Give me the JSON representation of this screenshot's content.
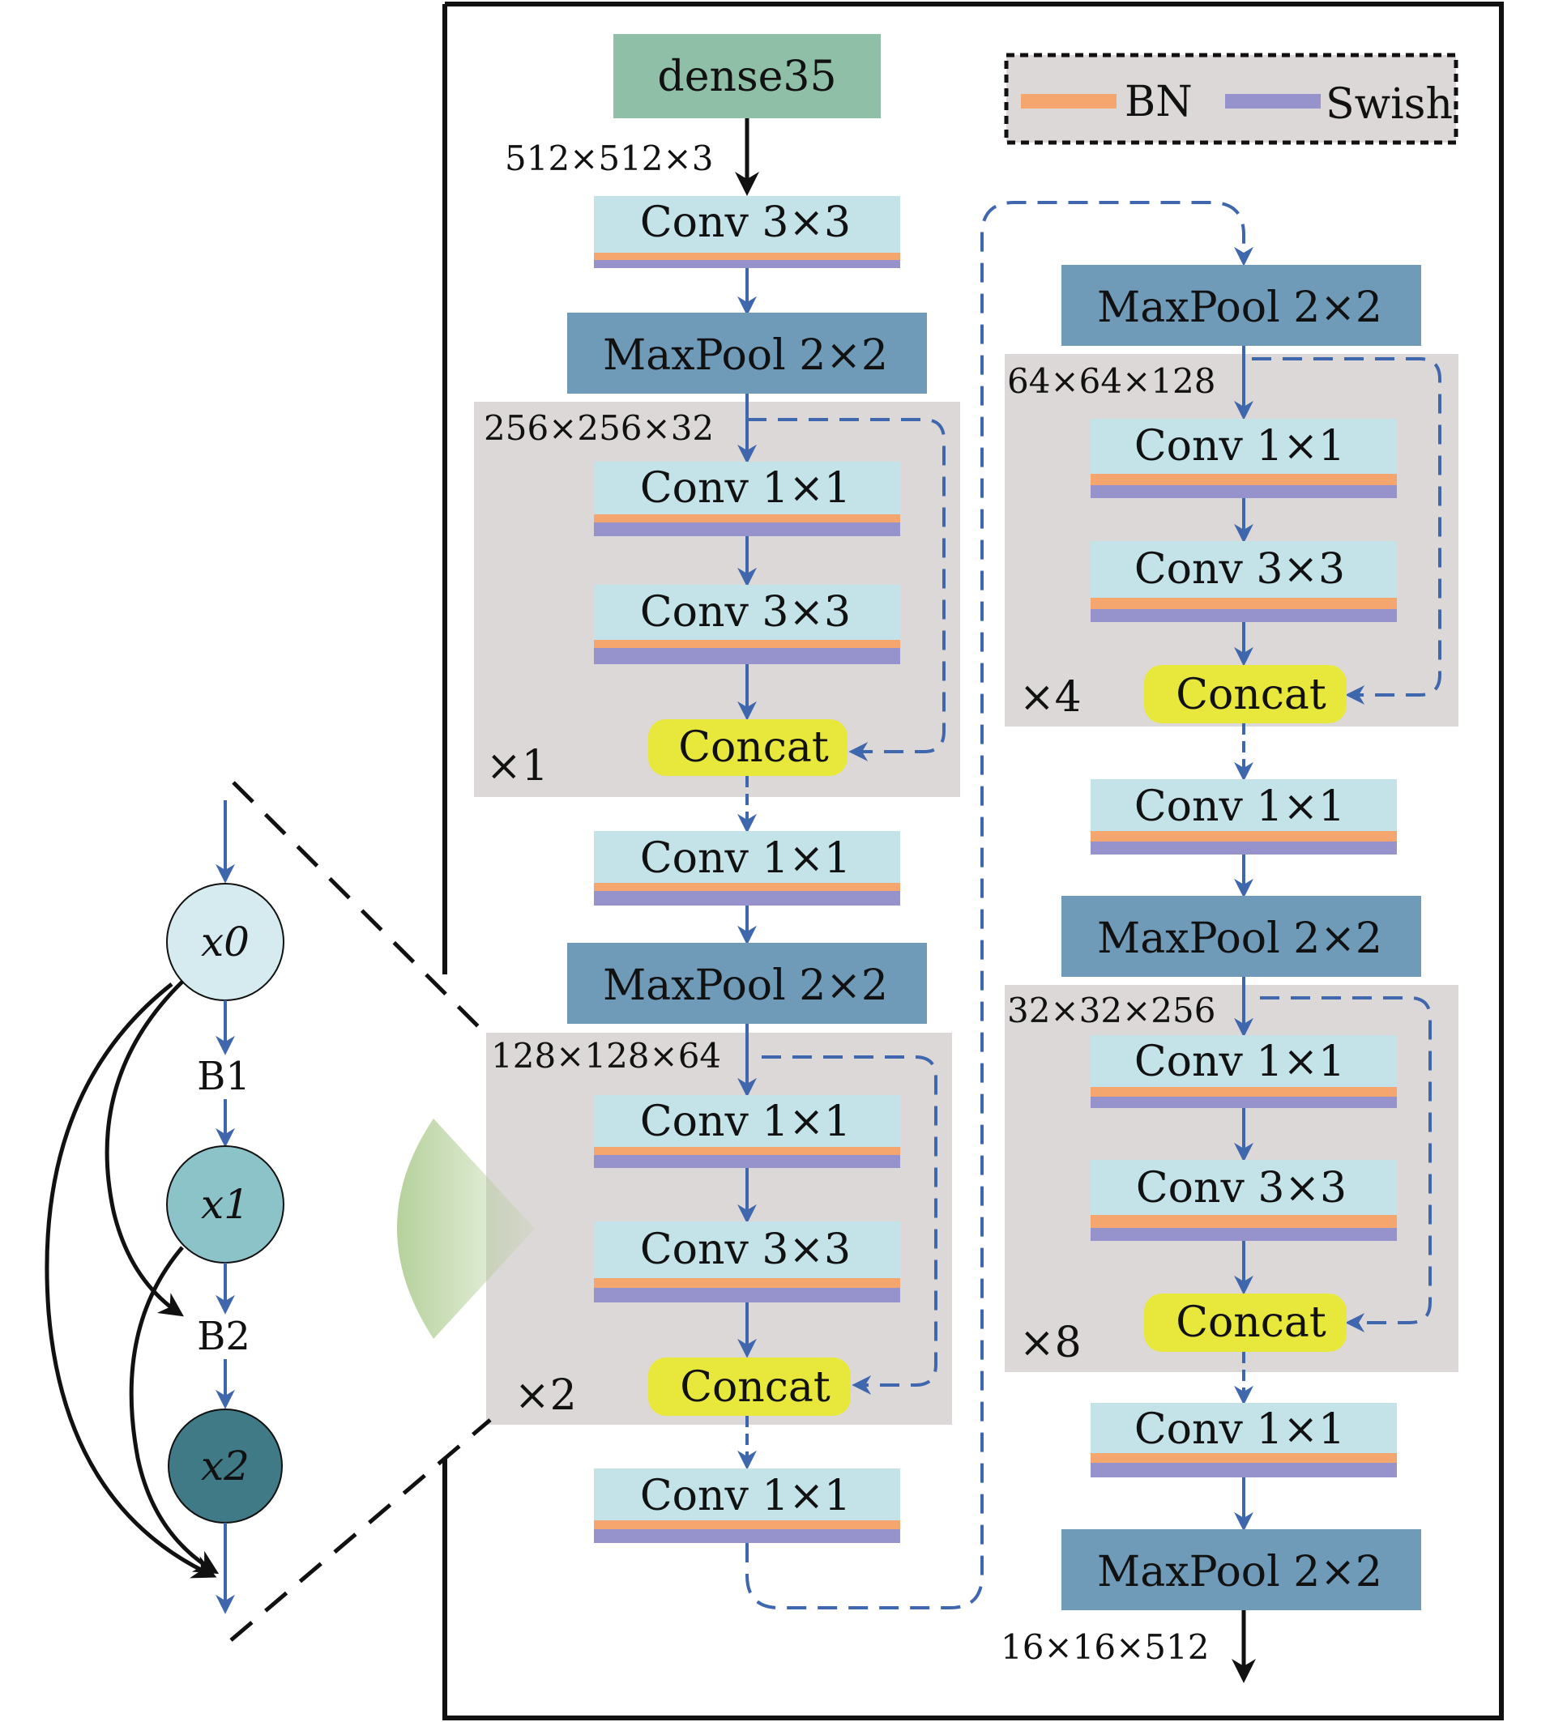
{
  "colors": {
    "dense": "#8fbfa6",
    "conv": "#c4e3e8",
    "bn": "#f5a56e",
    "swish": "#9592cc",
    "maxpool": "#6f9ab8",
    "concat": "#e8e83c",
    "block_bg": "#ddd8d8",
    "arrow_blue": "#3f67ad",
    "x0": "#d6ebef",
    "x1": "#8cc3c9",
    "x2": "#3f7a86"
  },
  "legend": {
    "bn": "BN",
    "swish": "Swish"
  },
  "left_column": {
    "input": "dense35",
    "input_dim": "512×512×3",
    "conv_first": "Conv 3×3",
    "maxpool_1": "MaxPool 2×2",
    "block1": {
      "dim": "256×256×32",
      "conv_a": "Conv 1×1",
      "conv_b": "Conv 3×3",
      "concat": "Concat",
      "repeat": "×1"
    },
    "conv_after_block1": "Conv 1×1",
    "maxpool_2": "MaxPool 2×2",
    "block2": {
      "dim": "128×128×64",
      "conv_a": "Conv 1×1",
      "conv_b": "Conv 3×3",
      "concat": "Concat",
      "repeat": "×2"
    },
    "conv_after_block2": "Conv 1×1"
  },
  "right_column": {
    "maxpool_3": "MaxPool 2×2",
    "block3": {
      "dim": "64×64×128",
      "conv_a": "Conv 1×1",
      "conv_b": "Conv 3×3",
      "concat": "Concat",
      "repeat": "×4"
    },
    "conv_after_block3": "Conv 1×1",
    "maxpool_4": "MaxPool 2×2",
    "block4": {
      "dim": "32×32×256",
      "conv_a": "Conv 1×1",
      "conv_b": "Conv 3×3",
      "concat": "Concat",
      "repeat": "×8"
    },
    "conv_after_block4": "Conv 1×1",
    "maxpool_5": "MaxPool 2×2",
    "output_dim": "16×16×512"
  },
  "dense_block_detail": {
    "node_x0": "x0",
    "node_x1": "x1",
    "node_x2": "x2",
    "b1": "B1",
    "b2": "B2"
  }
}
